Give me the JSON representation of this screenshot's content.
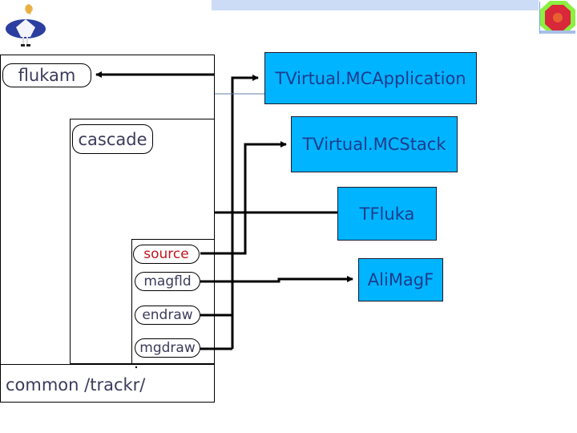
{
  "header": {
    "logo_left": "alice-figure-icon",
    "logo_right": "alice-experiment-logo-icon"
  },
  "fortran": {
    "main": "flukam",
    "cascade": "cascade",
    "routines": [
      {
        "label": "source",
        "color": "#c0141c"
      },
      {
        "label": "magfld",
        "color": "#3b3b5c"
      },
      {
        "label": "endraw",
        "color": "#3b3b5c"
      },
      {
        "label": "mgdraw",
        "color": "#3b3b5c"
      }
    ],
    "common_block": "common /trackr/"
  },
  "classes": {
    "application": "TVirtual.MCApplication",
    "stack": "TVirtual.MCStack",
    "fluka": "TFluka",
    "magfield": "AliMagF"
  },
  "colors": {
    "class_box": "#00b4ff",
    "topbar": "#cddcf6",
    "text": "#3b3b5c",
    "highlight": "#c0141c"
  }
}
